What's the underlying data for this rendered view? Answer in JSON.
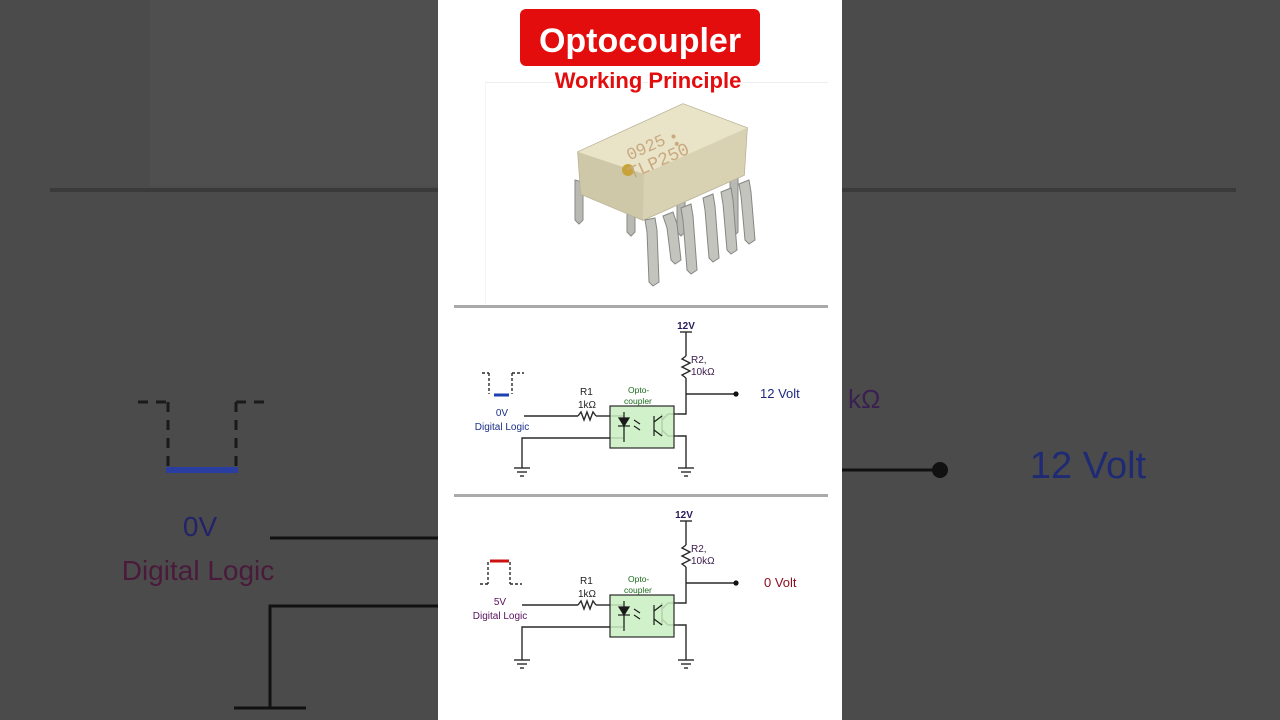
{
  "header": {
    "title": "Optocoupler",
    "subtitle": "Working Principle"
  },
  "chip": {
    "marking_code": "0925",
    "part_number": "TLP250"
  },
  "circuits": [
    {
      "supply_label": "12V",
      "resistor_top_name": "R2,",
      "resistor_top_value": "10kΩ",
      "resistor_in_name": "R1",
      "resistor_in_value": "1kΩ",
      "opto_label_1": "Opto-",
      "opto_label_2": "coupler",
      "input_voltage": "0V",
      "input_caption": "Digital Logic",
      "output_label": "12 Volt",
      "pulse_color": "#1e3fb0",
      "output_color": "#1e2a80"
    },
    {
      "supply_label": "12V",
      "resistor_top_name": "R2,",
      "resistor_top_value": "10kΩ",
      "resistor_in_name": "R1",
      "resistor_in_value": "1kΩ",
      "opto_label_1": "Opto-",
      "opto_label_2": "coupler",
      "input_voltage": "5V",
      "input_caption": "Digital Logic",
      "output_label": "0 Volt",
      "pulse_color": "#cc1111",
      "output_color": "#8a1020"
    }
  ],
  "background": {
    "voltage": "0V",
    "caption": "Digital Logic",
    "resistor_value": "kΩ",
    "output_label": "12 Volt"
  }
}
